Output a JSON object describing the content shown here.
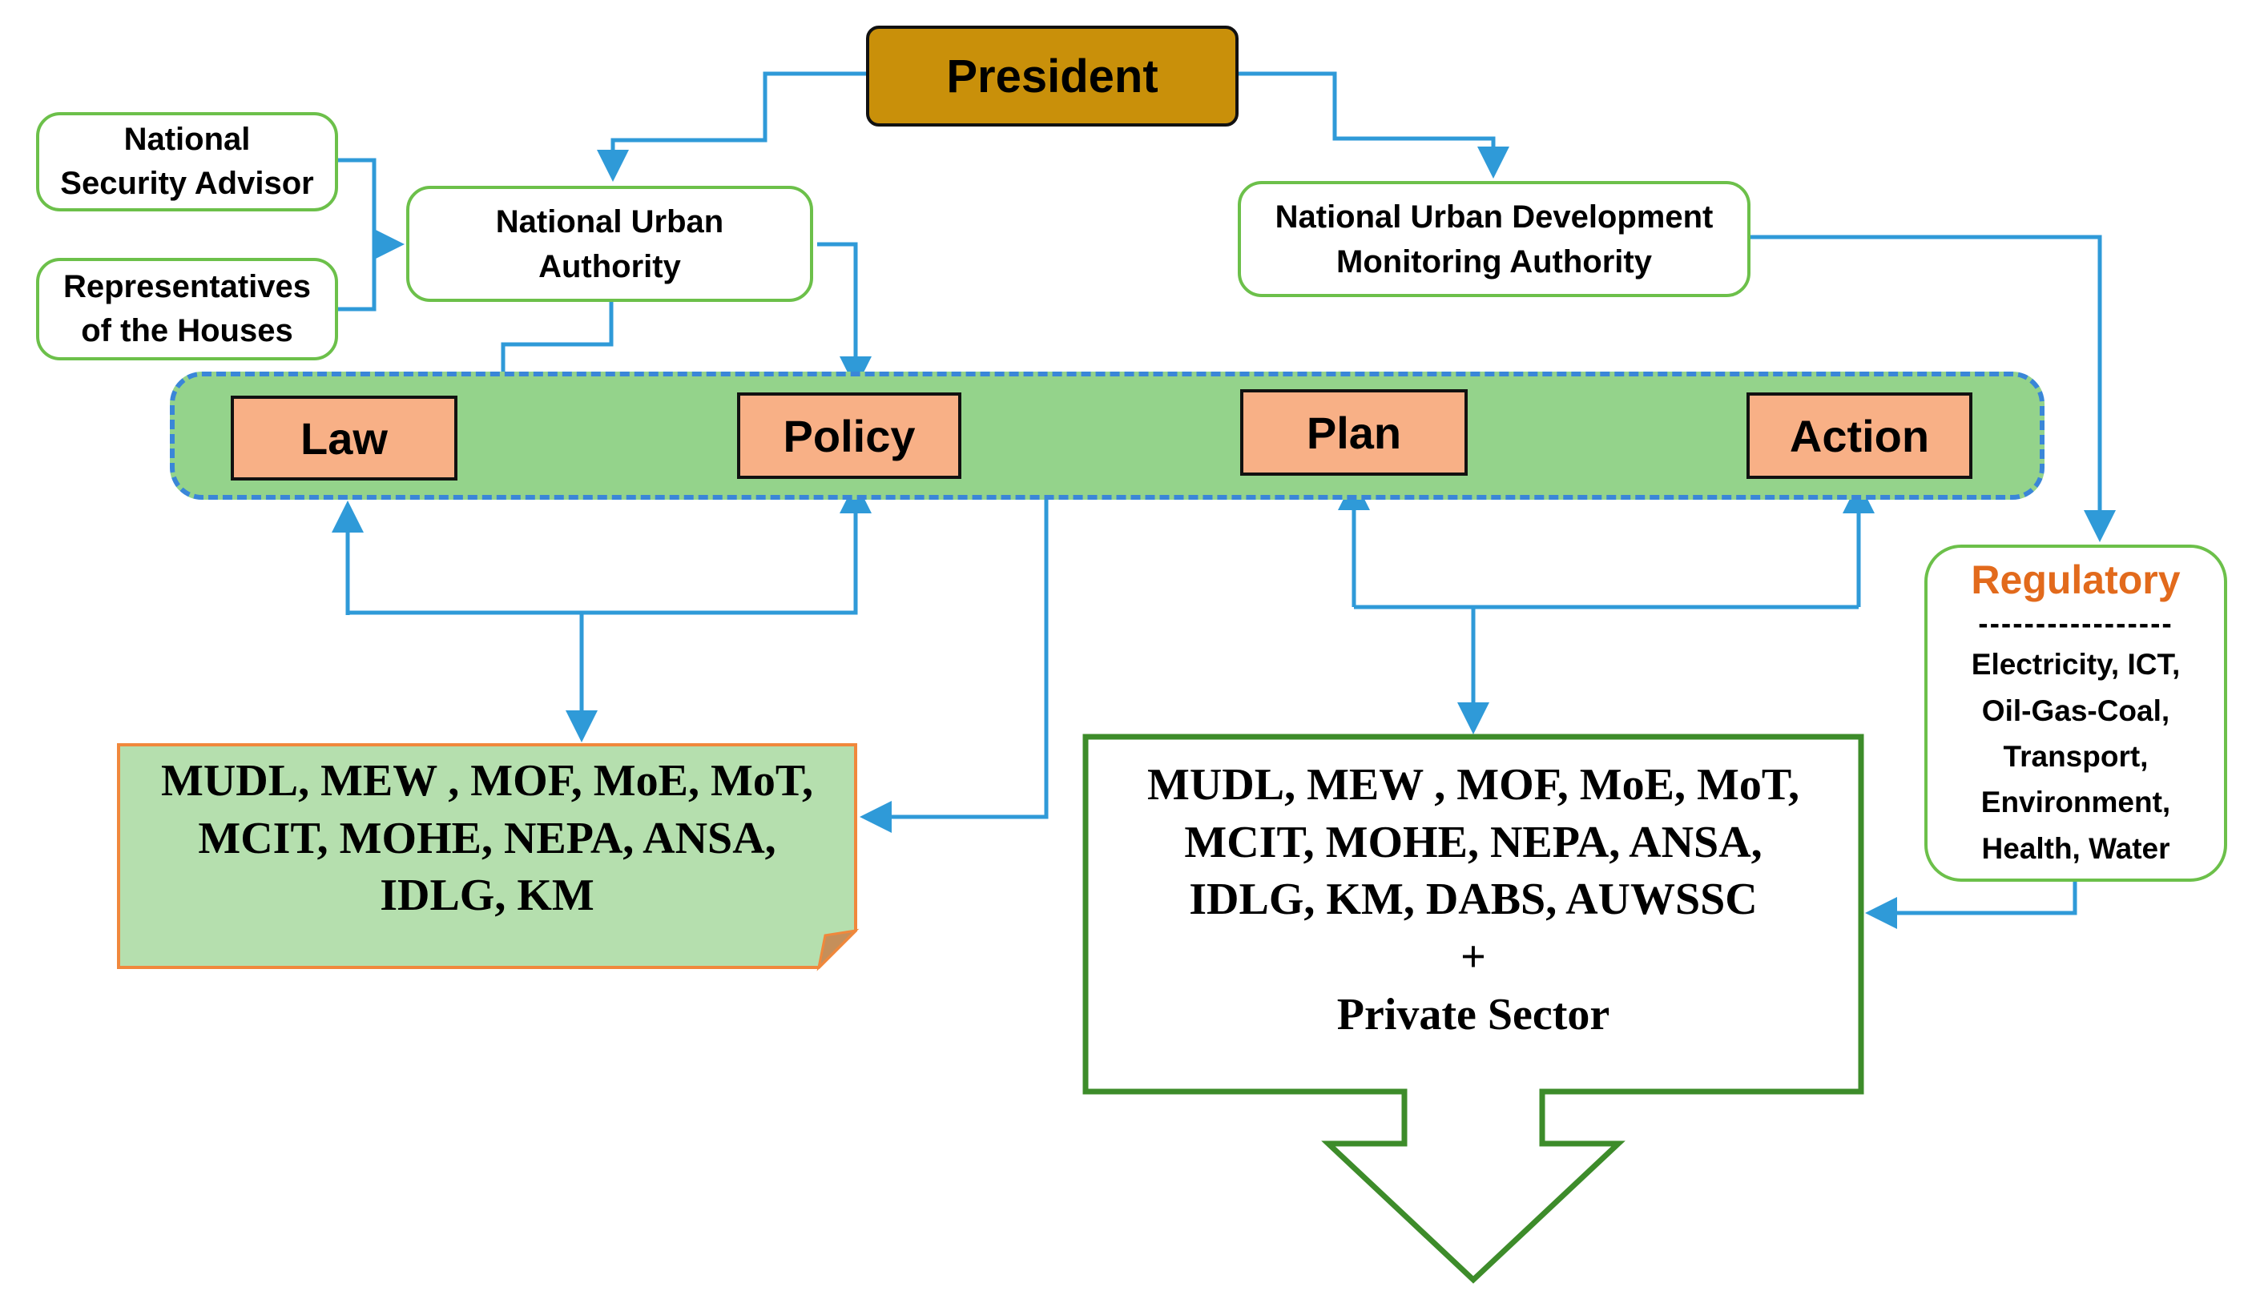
{
  "president": "President",
  "advisors": {
    "security_advisor": [
      "National",
      "Security Advisor"
    ],
    "representatives": [
      "Representatives",
      "of the Houses"
    ]
  },
  "authorities": {
    "urban_authority": [
      "National Urban",
      "Authority"
    ],
    "monitoring_authority": [
      "National Urban Development",
      "Monitoring Authority"
    ]
  },
  "stages": {
    "law": "Law",
    "policy": "Policy",
    "plan": "Plan",
    "action": "Action"
  },
  "regulatory": {
    "title": "Regulatory",
    "separator": "-----------------",
    "lines": [
      "Electricity, ICT,",
      "Oil-Gas-Coal,",
      "Transport,",
      "Environment,",
      "Health, Water"
    ]
  },
  "ministries_left": [
    "MUDL, MEW , MOF, MoE, MoT,",
    "MCIT, MOHE, NEPA, ANSA,",
    "IDLG, KM"
  ],
  "ministries_right": [
    "MUDL, MEW , MOF, MoE, MoT,",
    "MCIT, MOHE, NEPA, ANSA,",
    "IDLG, KM, DABS, AUWSSC",
    "+",
    "Private Sector"
  ],
  "colors": {
    "connector": "#2f9ad8",
    "box_border_green": "#6cc04a",
    "president_fill": "#c9900a",
    "stage_fill": "#f8b086",
    "band_fill": "#94d38b",
    "band_border": "#3a86d8",
    "regulatory_title": "#e26a1c",
    "note_fill": "#b5dfae",
    "note_border": "#f0883c",
    "arrow_border": "#3d8c2a"
  }
}
